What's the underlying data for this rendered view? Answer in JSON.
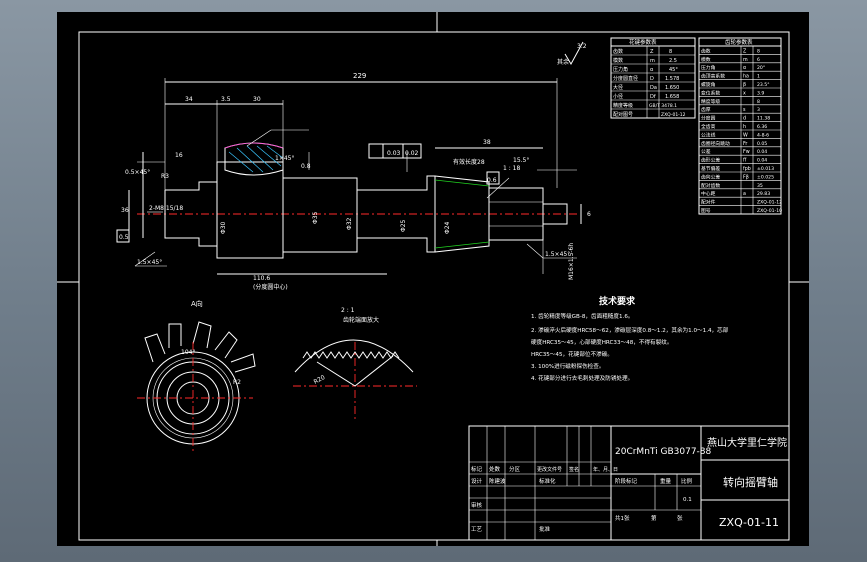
{
  "drawing": {
    "dims": {
      "overall_length": "229",
      "d34": "34",
      "d35": "3.5",
      "d30": "30",
      "d16": "16",
      "d36": "36",
      "d38": "38",
      "d18": "1 : 18",
      "d6": "6",
      "chamfer1": "1.5×45°",
      "chamfer2": "1×45°",
      "chamfer3": "1.5×45°",
      "chamfer4": "0.5×45°",
      "thread": "2-M8.15/18",
      "tol1": "0.5",
      "tol2": "0.03",
      "tol3": "0.02",
      "tol4": "0.8",
      "tol5": "0.6",
      "roughness": "3.2",
      "len_110": "110.6",
      "ref": "(分度圆中心)",
      "spline_note": "有效长度28",
      "d15": "15.5°",
      "m8": "M16×1.5-6h",
      "dia_a": "Φ30",
      "dia_b": "Φ35",
      "dia_c": "Φ32",
      "dia_d": "Φ25",
      "dia_e": "Φ24"
    },
    "labels": {
      "view_a": "A向",
      "scale": "2 : 1",
      "section_label": "齿轮端面放大",
      "arc_angle": "104°",
      "r1": "R2",
      "r2": "R20",
      "roughness_top": "其余",
      "r3": "R3"
    }
  },
  "tech": {
    "title": "技术要求",
    "lines": [
      "1. 齿轮精度等级GB-8，齿面粗糙度1.6。",
      "2. 渗碳淬火后硬度HRC58～62，渗碳层深度0.8～1.2，其余为1.0～1.4，芯部",
      "硬度HRC35～45，心部硬度HRC33～48，不得有裂纹。",
      "HRC35～45，花键部位不渗碳。",
      "3. 100%进行磁粉探伤检查。",
      "4. 花键部分进行去毛刺处理及防锈处理。"
    ]
  },
  "gear_table": {
    "title": "花键参数表",
    "rows": [
      [
        "齿数",
        "Z",
        "8"
      ],
      [
        "模数",
        "m",
        "2.5"
      ],
      [
        "压力角",
        "α",
        "45°"
      ],
      [
        "分度圆直径",
        "D",
        "1.578"
      ],
      [
        "大径",
        "Da",
        "1.650"
      ],
      [
        "小径",
        "Df",
        "1.658"
      ],
      [
        "精度等级",
        "",
        "GB/T 3478.1"
      ],
      [
        "配对图号",
        "",
        "ZXQ-01-12"
      ]
    ]
  },
  "right_table": {
    "title": "齿轮参数表",
    "rows": [
      [
        "齿数",
        "Z",
        "8"
      ],
      [
        "模数",
        "m",
        "6"
      ],
      [
        "压力角",
        "α",
        "20°"
      ],
      [
        "齿顶高系数",
        "ha",
        "1"
      ],
      [
        "螺旋角",
        "β",
        "23.5°"
      ],
      [
        "变位系数",
        "x",
        "3.9"
      ],
      [
        "精度等级",
        "",
        "8"
      ],
      [
        "齿厚",
        "s",
        "3"
      ],
      [
        "分度圆",
        "d",
        "11.38"
      ],
      [
        "全齿高",
        "h",
        "6.36"
      ],
      [
        "公法线",
        "W",
        "4-8-6"
      ],
      [
        "齿圈径向跳动",
        "Fr",
        "0.05"
      ],
      [
        "公差",
        "Fw",
        "0.04"
      ],
      [
        "齿形公差",
        "ff",
        "0.04"
      ],
      [
        "基节偏差",
        "fpb",
        "±0.013"
      ],
      [
        "齿向公差",
        "Fβ",
        "±0.025"
      ],
      [
        "配对齿数",
        "",
        "35"
      ],
      [
        "中心距",
        "a",
        "29.83"
      ],
      [
        "配对件",
        "",
        "ZXQ-01-12"
      ],
      [
        "图号",
        "",
        "ZXQ-01-10"
      ]
    ]
  },
  "title_block": {
    "material": "20CrMnTi GB3077-88",
    "school": "燕山大学里仁学院",
    "part_name": "转向摇臂轴",
    "drawing_no": "ZXQ-01-11",
    "scale_value": "0.1",
    "headers": [
      "标记",
      "处数",
      "分区",
      "更改文件号",
      "签名",
      "年、月、日"
    ],
    "row_design": [
      "设计",
      "陈建波",
      "标准化"
    ],
    "row_check": [
      "审核"
    ],
    "row_process": [
      "工艺",
      "批准"
    ],
    "stage_labels": [
      "阶段标记",
      "重量",
      "比例"
    ],
    "sheet_info": [
      "共1张",
      "第",
      "张"
    ]
  }
}
